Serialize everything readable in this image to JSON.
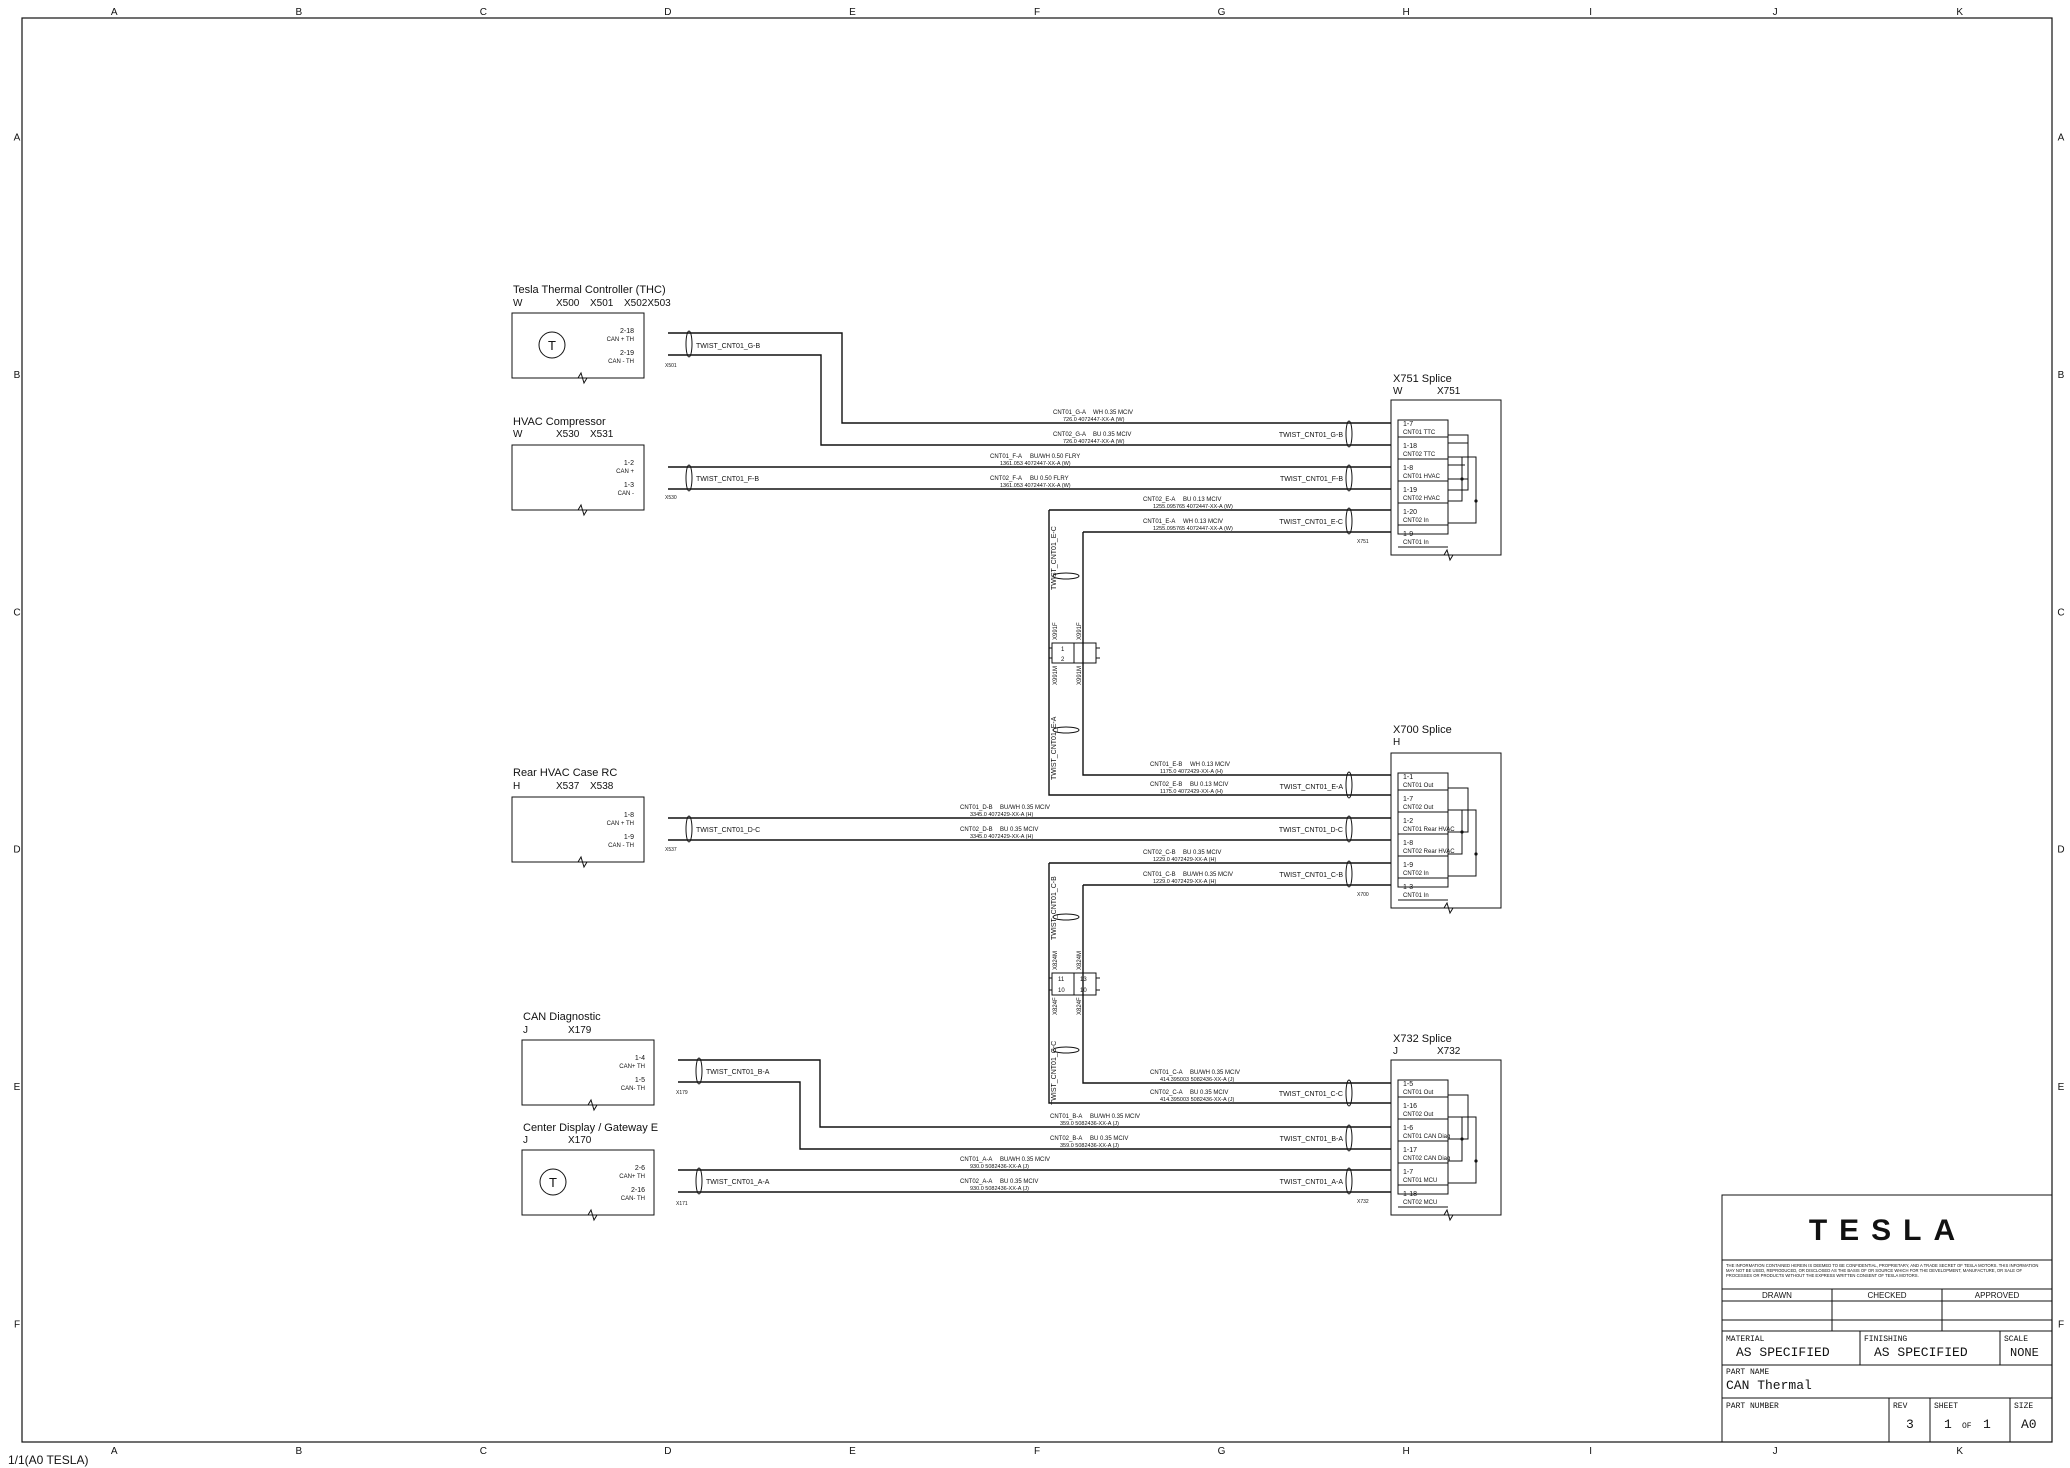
{
  "frame": {
    "columns": [
      "A",
      "B",
      "C",
      "D",
      "E",
      "F",
      "G",
      "H",
      "I",
      "J",
      "K"
    ],
    "rows": [
      "A",
      "B",
      "C",
      "D",
      "E",
      "F"
    ],
    "page_ref": "1/1(A0 TESLA)"
  },
  "components": {
    "thc": {
      "title": "Tesla Thermal Controller (THC)",
      "loc": "W",
      "conn1": "X500",
      "conn2": "X501",
      "conn3": "X502X503",
      "symbol": "T",
      "pins": [
        {
          "pin": "2-18",
          "sig": "CAN + TH"
        },
        {
          "pin": "2-19",
          "sig": "CAN - TH"
        }
      ],
      "conn_ref": "X501",
      "twist": "TWIST_CNT01_G-B"
    },
    "hvac": {
      "title": "HVAC Compressor",
      "loc": "W",
      "conn1": "X530",
      "conn2": "X531",
      "pins": [
        {
          "pin": "1-2",
          "sig": "CAN +"
        },
        {
          "pin": "1-3",
          "sig": "CAN -"
        }
      ],
      "conn_ref": "X530",
      "twist": "TWIST_CNT01_F-B"
    },
    "rear": {
      "title": "Rear HVAC Case RC",
      "loc": "H",
      "conn1": "X537",
      "conn2": "X538",
      "pins": [
        {
          "pin": "1-8",
          "sig": "CAN + TH"
        },
        {
          "pin": "1-9",
          "sig": "CAN - TH"
        }
      ],
      "conn_ref": "X537",
      "twist": "TWIST_CNT01_D-C"
    },
    "diag": {
      "title": "CAN Diagnostic",
      "loc": "J",
      "conn1": "X179",
      "pins": [
        {
          "pin": "1-4",
          "sig": "CAN+ TH"
        },
        {
          "pin": "1-5",
          "sig": "CAN- TH"
        }
      ],
      "conn_ref": "X179",
      "twist": "TWIST_CNT01_B-A"
    },
    "display": {
      "title": "Center Display / Gateway E",
      "loc": "J",
      "conn1": "X170",
      "symbol": "T",
      "pins": [
        {
          "pin": "2-6",
          "sig": "CAN+ TH"
        },
        {
          "pin": "2-16",
          "sig": "CAN- TH"
        }
      ],
      "conn_ref": "X171",
      "twist": "TWIST_CNT01_A-A"
    }
  },
  "splices": {
    "x751": {
      "title": "X751 Splice",
      "loc": "W",
      "conn": "X751",
      "conn_ref": "X751",
      "pins": [
        {
          "pin": "1-7",
          "name": "CNT01 TTC"
        },
        {
          "pin": "1-18",
          "name": "CNT02 TTC"
        },
        {
          "pin": "1-8",
          "name": "CNT01 HVAC"
        },
        {
          "pin": "1-19",
          "name": "CNT02 HVAC"
        },
        {
          "pin": "1-20",
          "name": "CNT02 In"
        },
        {
          "pin": "1-9",
          "name": "CNT01 In"
        }
      ]
    },
    "x700": {
      "title": "X700 Splice",
      "loc": "H",
      "conn_ref": "X700",
      "pins": [
        {
          "pin": "1-1",
          "name": "CNT01 Out"
        },
        {
          "pin": "1-7",
          "name": "CNT02 Out"
        },
        {
          "pin": "1-2",
          "name": "CNT01 Rear HVAC"
        },
        {
          "pin": "1-8",
          "name": "CNT02 Rear HVAC"
        },
        {
          "pin": "1-9",
          "name": "CNT02 In"
        },
        {
          "pin": "1-3",
          "name": "CNT01 In"
        }
      ]
    },
    "x732": {
      "title": "X732 Splice",
      "loc": "J",
      "conn": "X732",
      "conn_ref": "X732",
      "pins": [
        {
          "pin": "1-5",
          "name": "CNT01 Out"
        },
        {
          "pin": "1-16",
          "name": "CNT02 Out"
        },
        {
          "pin": "1-6",
          "name": "CNT01 CAN Diag"
        },
        {
          "pin": "1-17",
          "name": "CNT02 CAN Diag"
        },
        {
          "pin": "1-7",
          "name": "CNT01 MCU"
        },
        {
          "pin": "1-18",
          "name": "CNT02 MCU"
        }
      ]
    }
  },
  "wires": {
    "g_a": {
      "name": "CNT01_G-A",
      "spec": "WH   0.35   MCIV",
      "part": "726.0   4072447-XX-A (W)"
    },
    "g_b": {
      "name": "CNT02_G-A",
      "spec": "BU   0.35   MCIV",
      "part": "726.0   4072447-XX-A (W)"
    },
    "f_a": {
      "name": "CNT01_F-A",
      "spec": "BU/WH   0.50   FLRY",
      "part": "1361.053   4072447-XX-A (W)"
    },
    "f_b": {
      "name": "CNT02_F-A",
      "spec": "BU   0.50   FLRY",
      "part": "1361.053   4072447-XX-A (W)"
    },
    "e_a": {
      "name": "CNT02_E-A",
      "spec": "BU   0.13   MCIV",
      "part": "1255.095765   4072447-XX-A (W)"
    },
    "e_b": {
      "name": "CNT01_E-A",
      "spec": "WH   0.13   MCIV",
      "part": "1255.095765   4072447-XX-A (W)"
    },
    "e_c": {
      "name": "CNT01_E-B",
      "spec": "WH   0.13   MCIV",
      "part": "1175.0   4072429-XX-A (H)"
    },
    "e_d": {
      "name": "CNT02_E-B",
      "spec": "BU   0.13   MCIV",
      "part": "1175.0   4072429-XX-A (H)"
    },
    "d_a": {
      "name": "CNT01_D-B",
      "spec": "BU/WH   0.35   MCIV",
      "part": "3345.0   4072429-XX-A (H)"
    },
    "d_b": {
      "name": "CNT02_D-B",
      "spec": "BU   0.35   MCIV",
      "part": "3345.0   4072429-XX-A (H)"
    },
    "c_a": {
      "name": "CNT02_C-B",
      "spec": "BU   0.35   MCIV",
      "part": "1229.0   4072429-XX-A (H)"
    },
    "c_b": {
      "name": "CNT01_C-B",
      "spec": "BU/WH   0.35   MCIV",
      "part": "1229.0   4072429-XX-A (H)"
    },
    "c_c": {
      "name": "CNT01_C-A",
      "spec": "BU/WH   0.35   MCIV",
      "part": "414.395003   5082436-XX-A (J)"
    },
    "c_d": {
      "name": "CNT02_C-A",
      "spec": "BU   0.35   MCIV",
      "part": "414.395003   5082436-XX-A (J)"
    },
    "b_a": {
      "name": "CNT01_B-A",
      "spec": "BU/WH   0.35   MCIV",
      "part": "359.0   5082436-XX-A (J)"
    },
    "b_b": {
      "name": "CNT02_B-A",
      "spec": "BU   0.35   MCIV",
      "part": "359.0   5082436-XX-A (J)"
    },
    "a_a": {
      "name": "CNT01_A-A",
      "spec": "BU/WH   0.35   MCIV",
      "part": "930.0   5082436-XX-A (J)"
    },
    "a_b": {
      "name": "CNT02_A-A",
      "spec": "BU   0.35   MCIV",
      "part": "930.0   5082436-XX-A (J)"
    }
  },
  "twists": {
    "g": "TWIST_CNT01_G-B",
    "f": "TWIST_CNT01_F-B",
    "e_right": "TWIST_CNT01_E-C",
    "e_vert": "TWIST_CNT01_E-C",
    "e_lower": "TWIST_CNT01_E-A",
    "e_vert2": "TWIST_CNT01_E-A",
    "d": "TWIST_CNT01_D-C",
    "c_right": "TWIST_CNT01_C-B",
    "c_vert": "TWIST_CNT01_C-B",
    "c_lower": "TWIST_CNT01_C-C",
    "c_vert2": "TWIST_CNT01_C-C",
    "b": "TWIST_CNT01_B-A",
    "a": "TWIST_CNT01_A-A"
  },
  "inline1": {
    "left_top": "X991F",
    "left_bot": "X991M",
    "right_top": "X991F",
    "right_bot": "X991M",
    "p1": "1",
    "p2": "2"
  },
  "inline2": {
    "left_top": "X824M",
    "left_bot": "X824F",
    "right_top": "X824M",
    "right_bot": "X824F",
    "p1": "11",
    "p2": "10",
    "p3": "13",
    "p4": "10"
  },
  "title_block": {
    "logo": "TESLA",
    "notice": "THE INFORMATION CONTAINED HEREIN IS DEEMED TO BE CONFIDENTIAL, PROPRIETARY, AND A TRADE SECRET OF TESLA MOTORS. THIS INFORMATION MAY NOT BE USED, REPRODUCED, OR DISCLOSED AS THE BASIS OF OR SOURCE WHICH FOR THE DEVELOPMENT, MANUFACTURE, OR SALE OF PROCESSES OR PRODUCTS WITHOUT THE EXPRESS WRITTEN CONSENT OF TESLA MOTORS.",
    "drawn": "DRAWN",
    "checked": "CHECKED",
    "approved": "APPROVED",
    "material_label": "MATERIAL",
    "material": "AS SPECIFIED",
    "finishing_label": "FINISHING",
    "finishing": "AS SPECIFIED",
    "scale_label": "SCALE",
    "scale": "NONE",
    "part_name_label": "PART NAME",
    "part_name": "CAN Thermal",
    "part_number_label": "PART NUMBER",
    "rev_label": "REV",
    "rev": "3",
    "sheet_label": "SHEET",
    "sheet": "1",
    "of": "OF",
    "sheet_total": "1",
    "size_label": "SIZE",
    "size": "A0"
  }
}
